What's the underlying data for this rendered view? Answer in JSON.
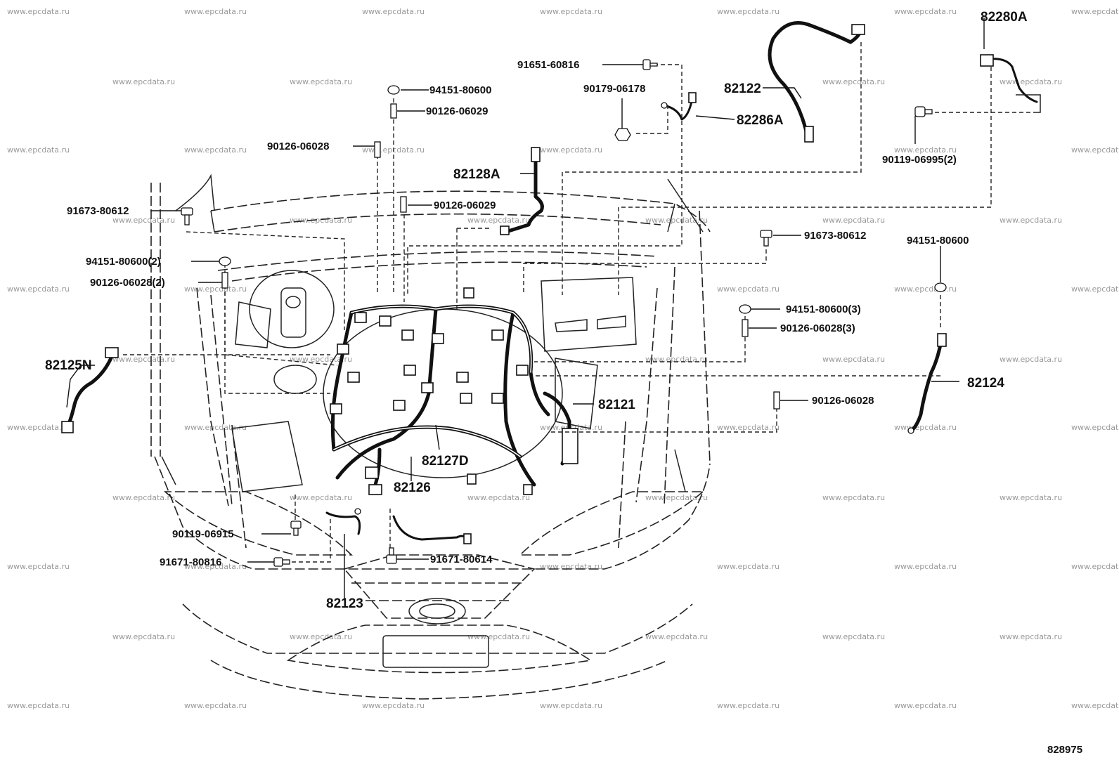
{
  "diagram_code": "828975",
  "watermark_text": "www.epcdata.ru",
  "parts": {
    "p82280A": "82280A",
    "p82122": "82122",
    "p82286A": "82286A",
    "p82128A": "82128A",
    "p82125N": "82125N",
    "p82121": "82121",
    "p82124": "82124",
    "p82127D": "82127D",
    "p82126": "82126",
    "p82123": "82123"
  },
  "fasteners": {
    "f91651_60816": "91651-60816",
    "f90179_06178": "90179-06178",
    "f94151_80600_a": "94151-80600",
    "f90126_06029_a": "90126-06029",
    "f90126_06028_a": "90126-06028",
    "f90126_06029_b": "90126-06029",
    "f91673_80612_left": "91673-80612",
    "f94151_80600_2": "94151-80600(2)",
    "f90126_06028_2": "90126-06028(2)",
    "f90119_06995_2": "90119-06995(2)",
    "f91673_80612_right": "91673-80612",
    "f94151_80600_b": "94151-80600",
    "f94151_80600_3": "94151-80600(3)",
    "f90126_06028_3": "90126-06028(3)",
    "f90126_06028_b": "90126-06028",
    "f90119_06915": "90119-06915",
    "f91671_80816": "91671-80816",
    "f91671_80614": "91671-80614"
  }
}
